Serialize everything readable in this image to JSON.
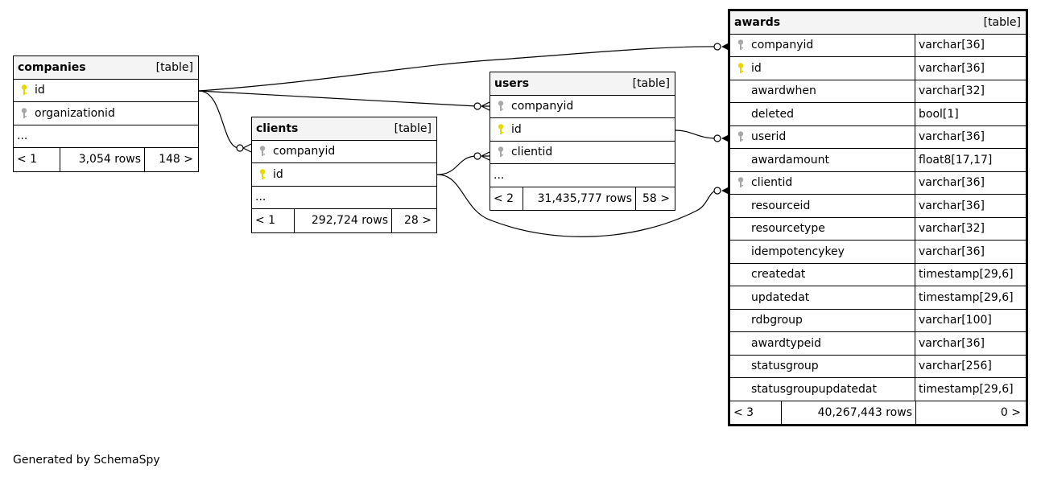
{
  "tables": {
    "companies": {
      "name": "companies",
      "kind": "[table]",
      "columns": [
        {
          "name": "id",
          "key": "primary"
        },
        {
          "name": "organizationid",
          "key": "foreign"
        }
      ],
      "ellipsis": "...",
      "footer": {
        "parents": "< 1",
        "rows": "3,054 rows",
        "children": "148 >"
      }
    },
    "clients": {
      "name": "clients",
      "kind": "[table]",
      "columns": [
        {
          "name": "companyid",
          "key": "foreign"
        },
        {
          "name": "id",
          "key": "primary"
        }
      ],
      "ellipsis": "...",
      "footer": {
        "parents": "< 1",
        "rows": "292,724 rows",
        "children": "28 >"
      }
    },
    "users": {
      "name": "users",
      "kind": "[table]",
      "columns": [
        {
          "name": "companyid",
          "key": "foreign"
        },
        {
          "name": "id",
          "key": "primary"
        },
        {
          "name": "clientid",
          "key": "foreign"
        }
      ],
      "ellipsis": "...",
      "footer": {
        "parents": "< 2",
        "rows": "31,435,777 rows",
        "children": "58 >"
      }
    },
    "awards": {
      "name": "awards",
      "kind": "[table]",
      "columns": [
        {
          "name": "companyid",
          "type": "varchar[36]",
          "key": "foreign"
        },
        {
          "name": "id",
          "type": "varchar[36]",
          "key": "primary"
        },
        {
          "name": "awardwhen",
          "type": "varchar[32]",
          "key": "none"
        },
        {
          "name": "deleted",
          "type": "bool[1]",
          "key": "none"
        },
        {
          "name": "userid",
          "type": "varchar[36]",
          "key": "foreign"
        },
        {
          "name": "awardamount",
          "type": "float8[17,17]",
          "key": "none"
        },
        {
          "name": "clientid",
          "type": "varchar[36]",
          "key": "foreign"
        },
        {
          "name": "resourceid",
          "type": "varchar[36]",
          "key": "none"
        },
        {
          "name": "resourcetype",
          "type": "varchar[32]",
          "key": "none"
        },
        {
          "name": "idempotencykey",
          "type": "varchar[36]",
          "key": "none"
        },
        {
          "name": "createdat",
          "type": "timestamp[29,6]",
          "key": "none"
        },
        {
          "name": "updatedat",
          "type": "timestamp[29,6]",
          "key": "none"
        },
        {
          "name": "rdbgroup",
          "type": "varchar[100]",
          "key": "none"
        },
        {
          "name": "awardtypeid",
          "type": "varchar[36]",
          "key": "none"
        },
        {
          "name": "statusgroup",
          "type": "varchar[256]",
          "key": "none"
        },
        {
          "name": "statusgroupupdatedat",
          "type": "timestamp[29,6]",
          "key": "none"
        }
      ],
      "footer": {
        "parents": "< 3",
        "rows": "40,267,443 rows",
        "children": "0 >"
      }
    }
  },
  "colors": {
    "primary_key": "#e6d800",
    "foreign_key": "#a8a8a8",
    "header_bg": "#f4f4f4"
  },
  "footer_text": "Generated by SchemaSpy"
}
